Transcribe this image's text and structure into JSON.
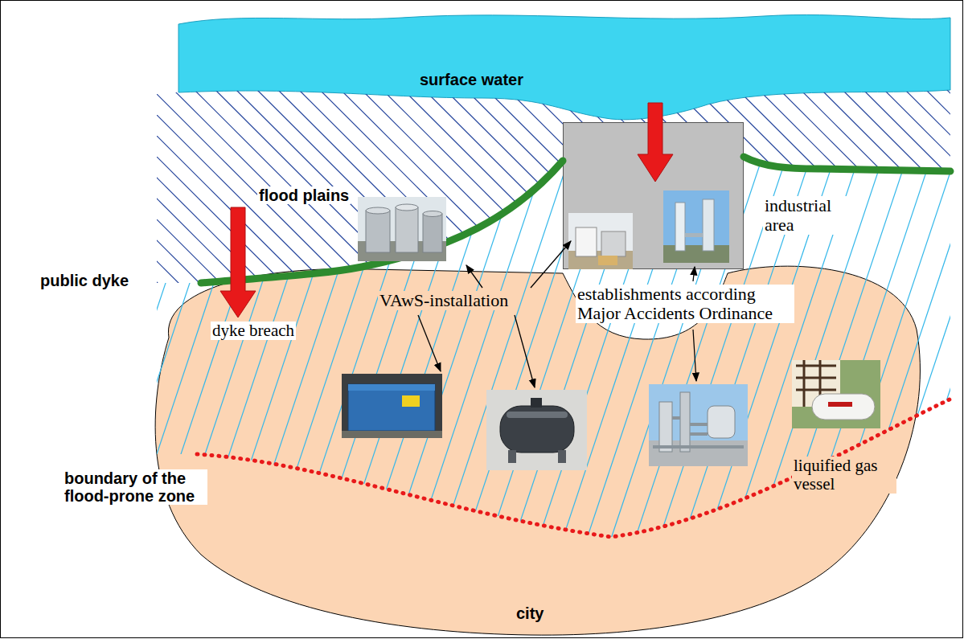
{
  "diagram": {
    "nodes": [
      {
        "text": [
          "surface water"
        ]
      },
      {
        "text": [
          "industrial area"
        ]
      },
      {
        "text": [
          "city"
        ]
      }
    ],
    "labels": [
      "flood plains",
      "public dyke",
      "dyke breach",
      "VAwS-installation",
      "establishments according Major Accidents Ordinance",
      "boundary of the flood-prone zone",
      "liquified gas vessel"
    ]
  }
}
